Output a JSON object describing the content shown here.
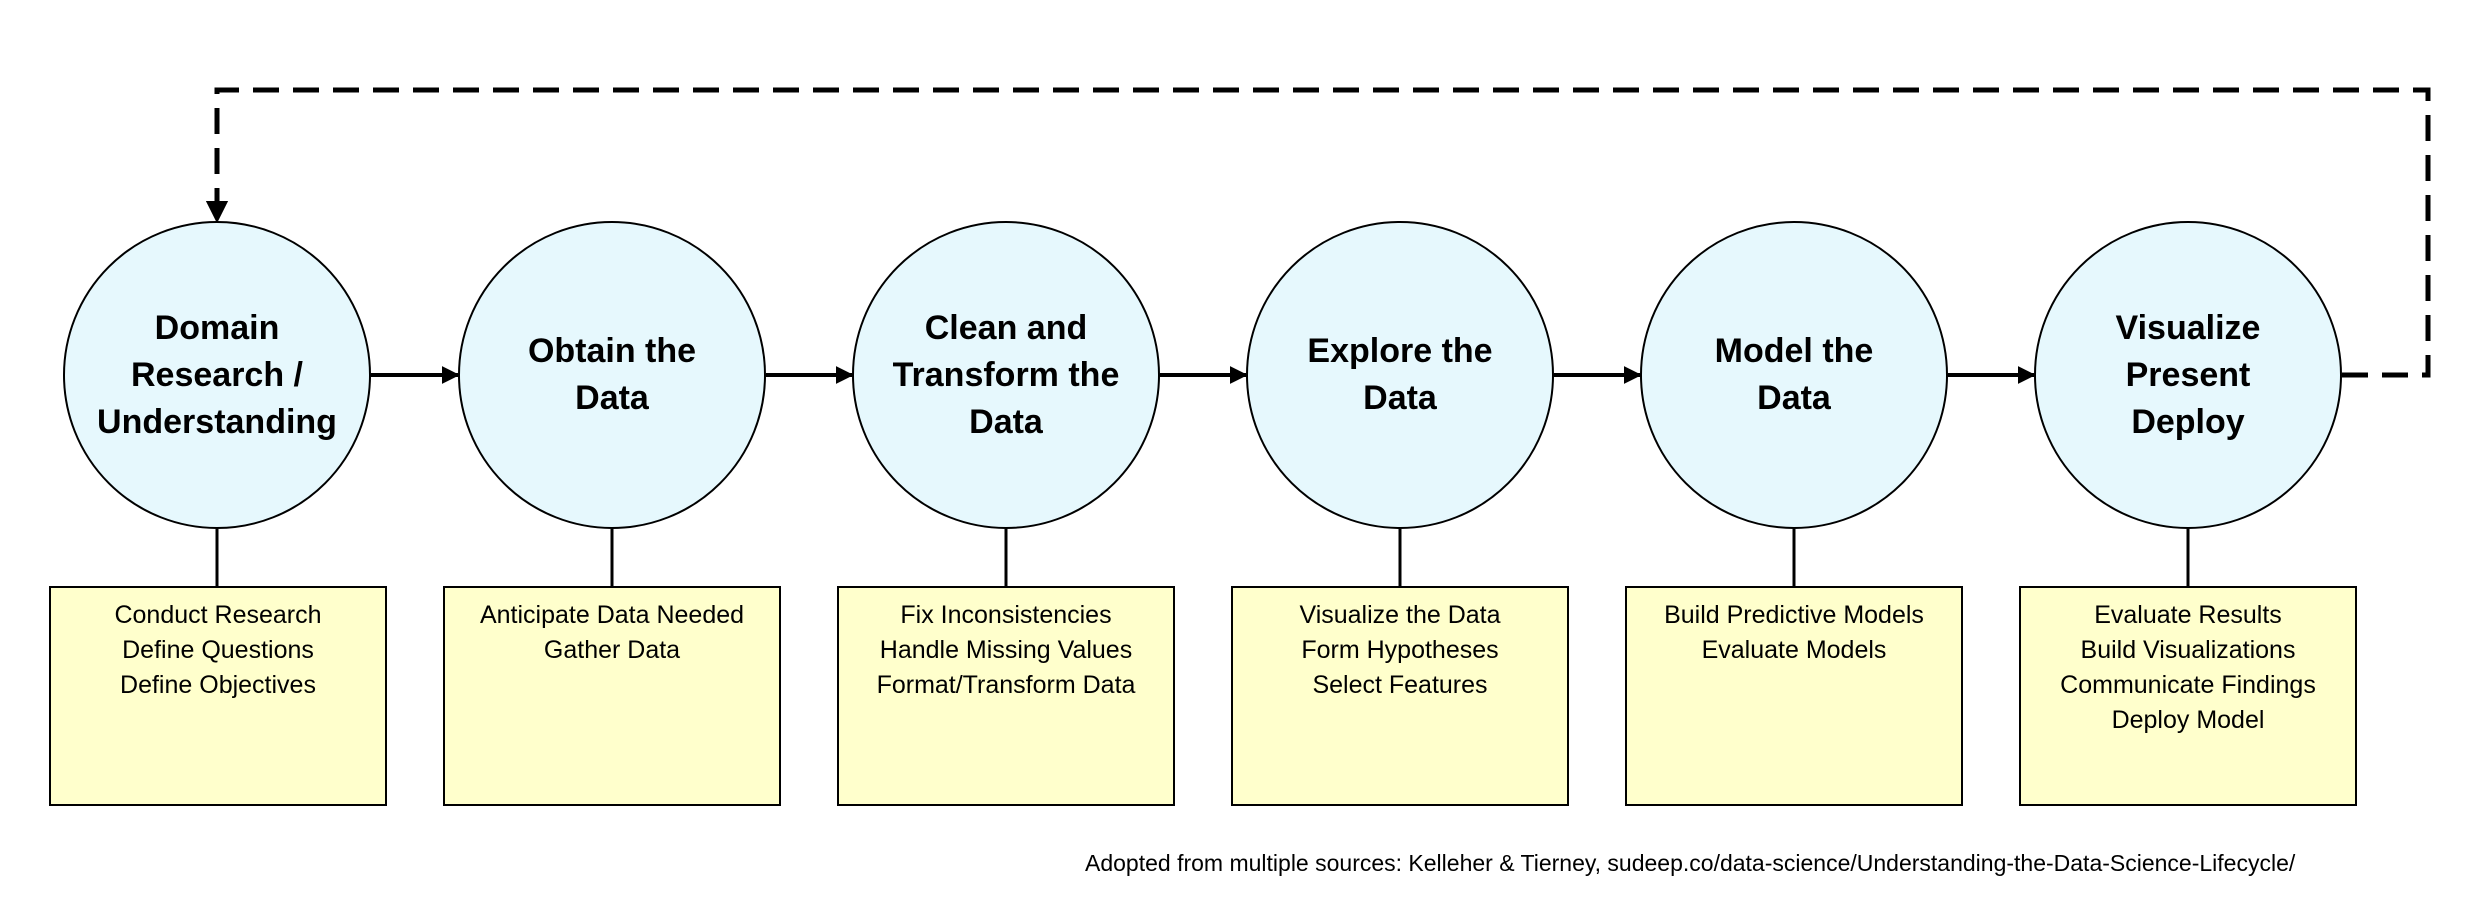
{
  "stages": [
    {
      "title_lines": [
        "Domain",
        "Research /",
        "Understanding"
      ],
      "tasks": [
        "Conduct Research",
        "Define Questions",
        "Define Objectives"
      ]
    },
    {
      "title_lines": [
        "Obtain the",
        "Data"
      ],
      "tasks": [
        "Anticipate Data Needed",
        "Gather Data"
      ]
    },
    {
      "title_lines": [
        "Clean and",
        "Transform the",
        "Data"
      ],
      "tasks": [
        "Fix Inconsistencies",
        "Handle Missing Values",
        "Format/Transform Data"
      ]
    },
    {
      "title_lines": [
        "Explore the",
        "Data"
      ],
      "tasks": [
        "Visualize the Data",
        "Form Hypotheses",
        "Select Features"
      ]
    },
    {
      "title_lines": [
        "Model the",
        "Data"
      ],
      "tasks": [
        "Build Predictive Models",
        "Evaluate Models"
      ]
    },
    {
      "title_lines": [
        "Visualize",
        "Present",
        "Deploy"
      ],
      "tasks": [
        "Evaluate Results",
        "Build Visualizations",
        "Communicate Findings",
        "Deploy Model"
      ]
    }
  ],
  "source_note": "Adopted from multiple sources:  Kelleher & Tierney, sudeep.co/data-science/Understanding-the-Data-Science-Lifecycle/",
  "colors": {
    "circle_fill": "#e6f8fd",
    "box_fill": "#ffffcc",
    "line": "#000000"
  },
  "icons": {
    "flow_arrow": "arrow-right-icon",
    "feedback_loop": "dashed-loop-arrow-icon"
  }
}
